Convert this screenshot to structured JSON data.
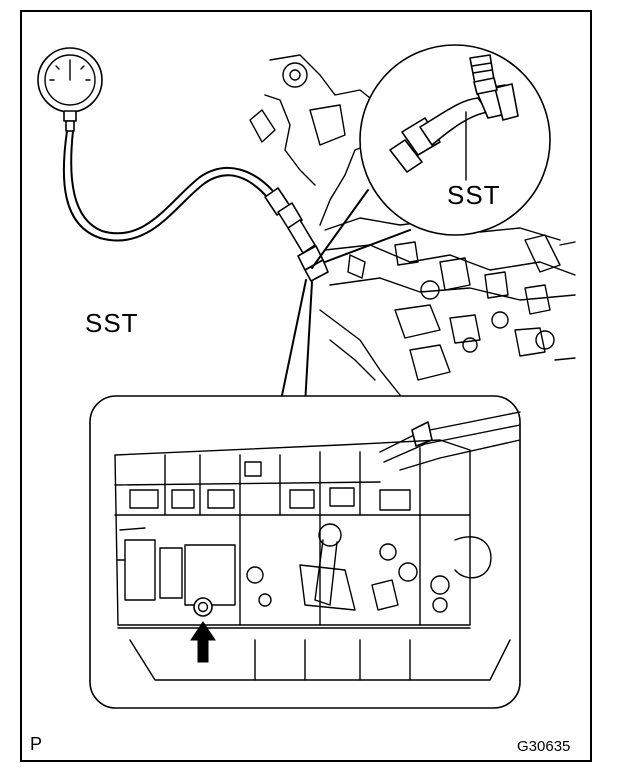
{
  "labels": {
    "sst_left": "SST",
    "sst_right": "SST",
    "corner_mark": "P",
    "figure_code": "G30635"
  },
  "colors": {
    "line": "#000000",
    "background": "#ffffff"
  },
  "icons": [
    "pressure-gauge-icon",
    "arrow-up-icon"
  ]
}
